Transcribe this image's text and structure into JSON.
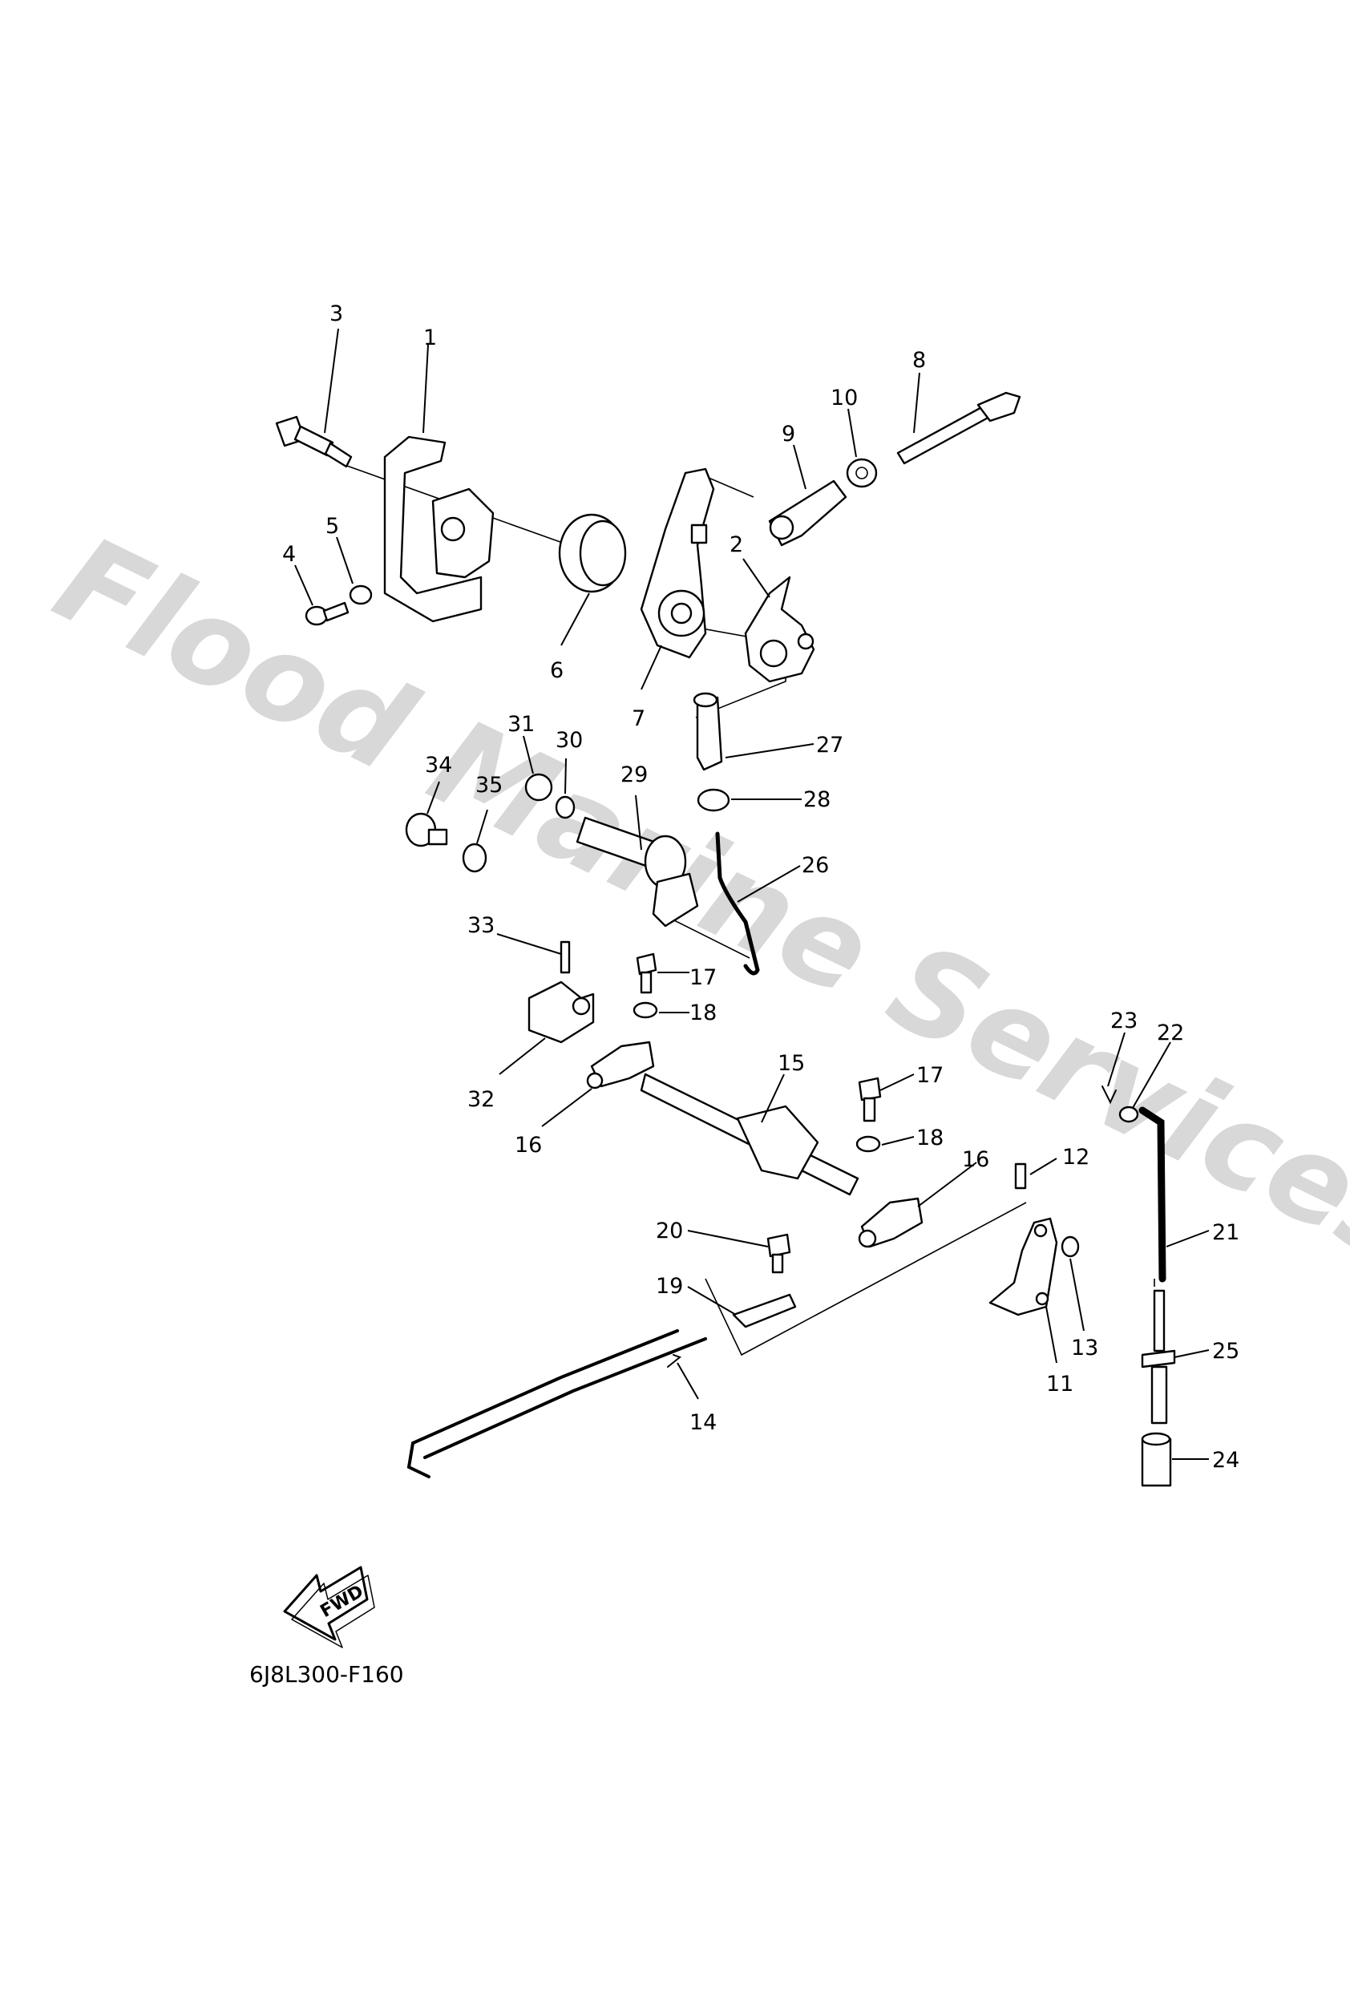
{
  "watermark": "Flood Marine Services",
  "diagram_code": "6J8L300-F160",
  "fwd_label": "FWD",
  "callouts": [
    "1",
    "2",
    "3",
    "4",
    "5",
    "6",
    "7",
    "8",
    "9",
    "10",
    "11",
    "12",
    "13",
    "14",
    "15",
    "16",
    "16",
    "17",
    "17",
    "18",
    "18",
    "19",
    "20",
    "21",
    "22",
    "23",
    "24",
    "25",
    "26",
    "27",
    "28",
    "29",
    "30",
    "31",
    "32",
    "33",
    "34",
    "35"
  ]
}
